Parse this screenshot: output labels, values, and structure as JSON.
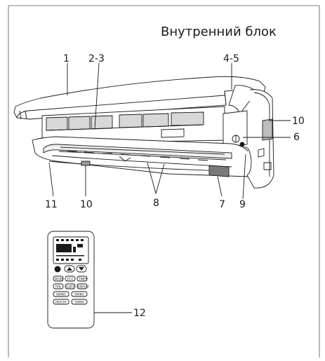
{
  "title": "Внутренний блок",
  "callouts": {
    "c1": "1",
    "c2": "2-3",
    "c3": "4-5",
    "c4": "10",
    "c5": "6",
    "c6": "11",
    "c7": "10",
    "c8": "8",
    "c9": "7",
    "c10": "9",
    "c11": "12"
  },
  "remote_buttons": [
    "MODE",
    "ECO",
    "TIMER",
    "FAN",
    "SLEEP",
    "DISPLAY",
    "SWING",
    "SWING",
    "HEALTH",
    "TURBO"
  ],
  "icons": {
    "unit": "indoor-unit-illustration",
    "remote": "remote-control-illustration",
    "power": "power-button-icon"
  }
}
